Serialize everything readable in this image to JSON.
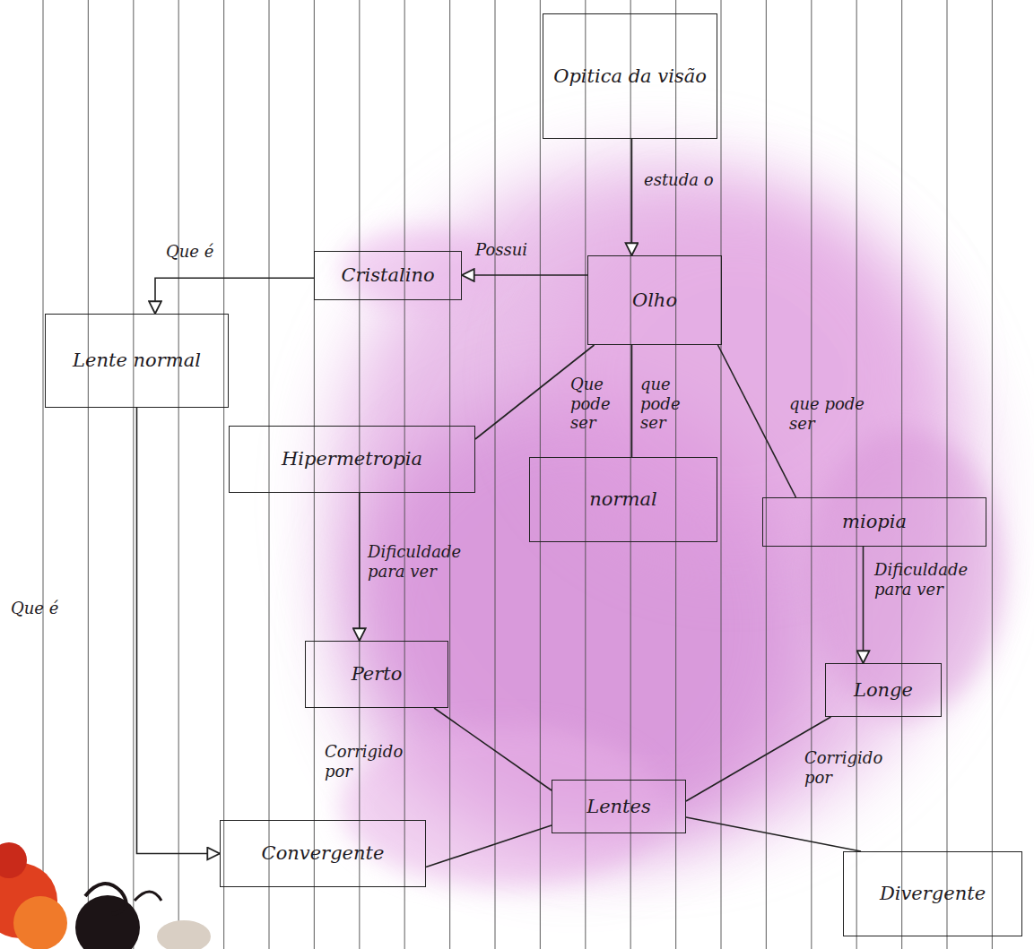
{
  "diagram": {
    "nodes": [
      {
        "text": [
          "Opitica da visão"
        ]
      },
      {
        "text": [
          "Olho"
        ]
      },
      {
        "text": [
          "Cristalino"
        ]
      },
      {
        "text": [
          "Lente normal"
        ]
      },
      {
        "text": [
          "Hipermetropia"
        ]
      },
      {
        "text": [
          "normal"
        ]
      },
      {
        "text": [
          "miopia"
        ]
      },
      {
        "text": [
          "Perto"
        ]
      },
      {
        "text": [
          "Longe"
        ]
      },
      {
        "text": [
          "Lentes"
        ]
      },
      {
        "text": [
          "Convergente"
        ]
      },
      {
        "text": [
          "Divergente"
        ]
      }
    ],
    "edges": [
      {
        "from": 0,
        "to": 1,
        "label": "estuda o",
        "arrow": "to"
      },
      {
        "from": 1,
        "to": 2,
        "label": "Possui",
        "arrow": "to"
      },
      {
        "from": 2,
        "to": 3,
        "label": "Que é",
        "arrow": "to"
      },
      {
        "from": 3,
        "to": 10,
        "label": "Que é",
        "arrow": "to"
      },
      {
        "from": 1,
        "to": 4,
        "label": "Que pode ser",
        "arrow": "none"
      },
      {
        "from": 1,
        "to": 5,
        "label": "que pode ser",
        "arrow": "none"
      },
      {
        "from": 1,
        "to": 6,
        "label": "que pode ser",
        "arrow": "none"
      },
      {
        "from": 4,
        "to": 7,
        "label": "Dificuldade para ver",
        "arrow": "to"
      },
      {
        "from": 6,
        "to": 8,
        "label": "Dificuldade para ver",
        "arrow": "to"
      },
      {
        "from": 7,
        "to": 9,
        "label": "Corrigido por",
        "arrow": "none"
      },
      {
        "from": 8,
        "to": 9,
        "label": "Corrigido por",
        "arrow": "none"
      },
      {
        "from": 9,
        "to": 10,
        "arrow": "none"
      },
      {
        "from": 9,
        "to": 11,
        "arrow": "none"
      }
    ]
  }
}
